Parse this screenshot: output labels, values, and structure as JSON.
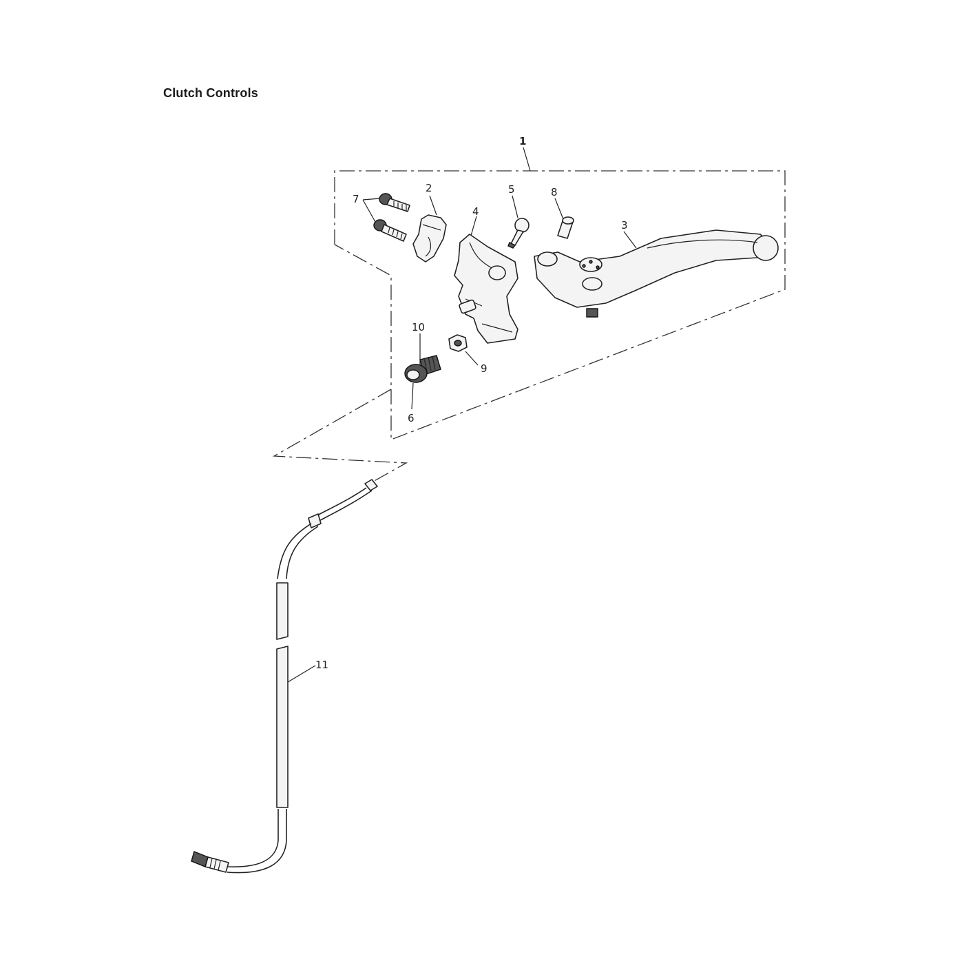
{
  "title": "Clutch Controls",
  "callouts": {
    "c1": "1",
    "c2": "2",
    "c3": "3",
    "c4": "4",
    "c5": "5",
    "c6": "6",
    "c7": "7",
    "c8": "8",
    "c9": "9",
    "c10": "10",
    "c11": "11"
  }
}
